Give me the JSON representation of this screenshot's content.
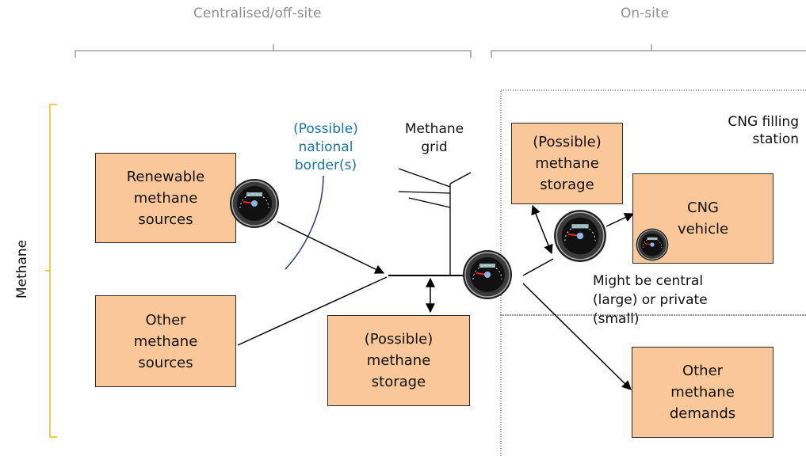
{
  "sections": {
    "centralised": "Centralised/off-site",
    "onsite": "On-site"
  },
  "side_label": "Methane",
  "boxes": {
    "renewable": "Renewable methane sources",
    "other_sources": "Other methane sources",
    "central_storage": "(Possible) methane storage",
    "station_storage": "(Possible) methane storage",
    "cng_vehicle": "CNG vehicle",
    "other_demands": "Other methane demands"
  },
  "labels": {
    "border": "(Possible) national border(s)",
    "grid": "Methane grid",
    "station": "CNG filling station",
    "central_private": "Might be central (large) or private (small)"
  },
  "colors": {
    "box_fill": "#fac898",
    "bracket": "#f2b817",
    "border_text": "#1a73a8",
    "border_line": "#2f3a7a"
  },
  "icons": [
    "meter-gauge-icon"
  ]
}
